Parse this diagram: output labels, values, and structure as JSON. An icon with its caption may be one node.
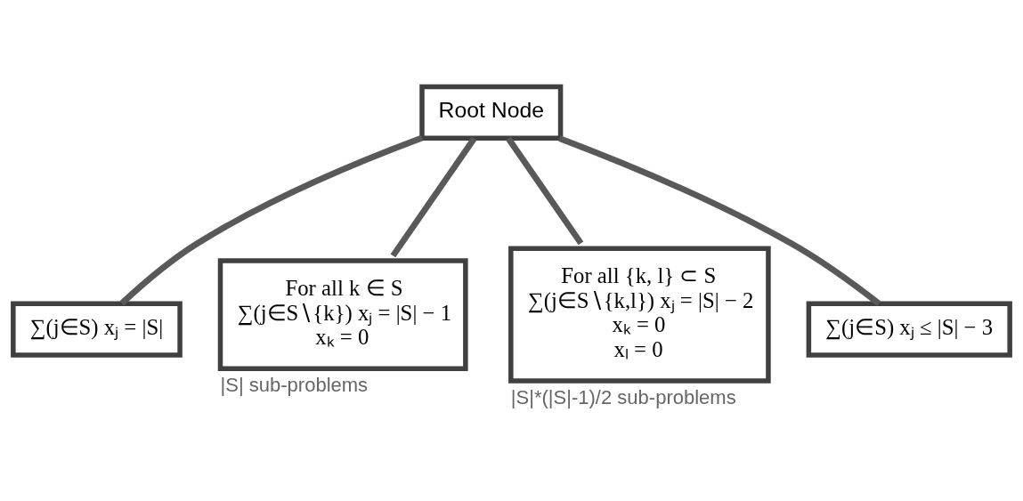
{
  "diagram": {
    "nodes": [
      {
        "text": [
          "Root Node"
        ]
      },
      {
        "text": [
          "∑(j∈S) xⱼ = |S|"
        ]
      },
      {
        "text": [
          "For all k ∈ S",
          "∑(j∈S∖{k}) xⱼ = |S| − 1",
          "xₖ = 0"
        ],
        "beside": [
          "|S| sub-problems"
        ]
      },
      {
        "text": [
          "For all {k, l} ⊂ S",
          "∑(j∈S∖{k,l}) xⱼ = |S| − 2",
          "xₖ = 0",
          "xₗ = 0"
        ],
        "beside": [
          "|S|*(|S|-1)/2 sub-problems"
        ]
      },
      {
        "text": [
          "∑(j∈S) xⱼ ≤ |S| − 3"
        ]
      }
    ],
    "edges": [
      {
        "from": 0,
        "to": 1,
        "arrow": "none"
      },
      {
        "from": 0,
        "to": 2,
        "arrow": "none"
      },
      {
        "from": 0,
        "to": 3,
        "arrow": "none"
      },
      {
        "from": 0,
        "to": 4,
        "arrow": "none"
      }
    ]
  }
}
